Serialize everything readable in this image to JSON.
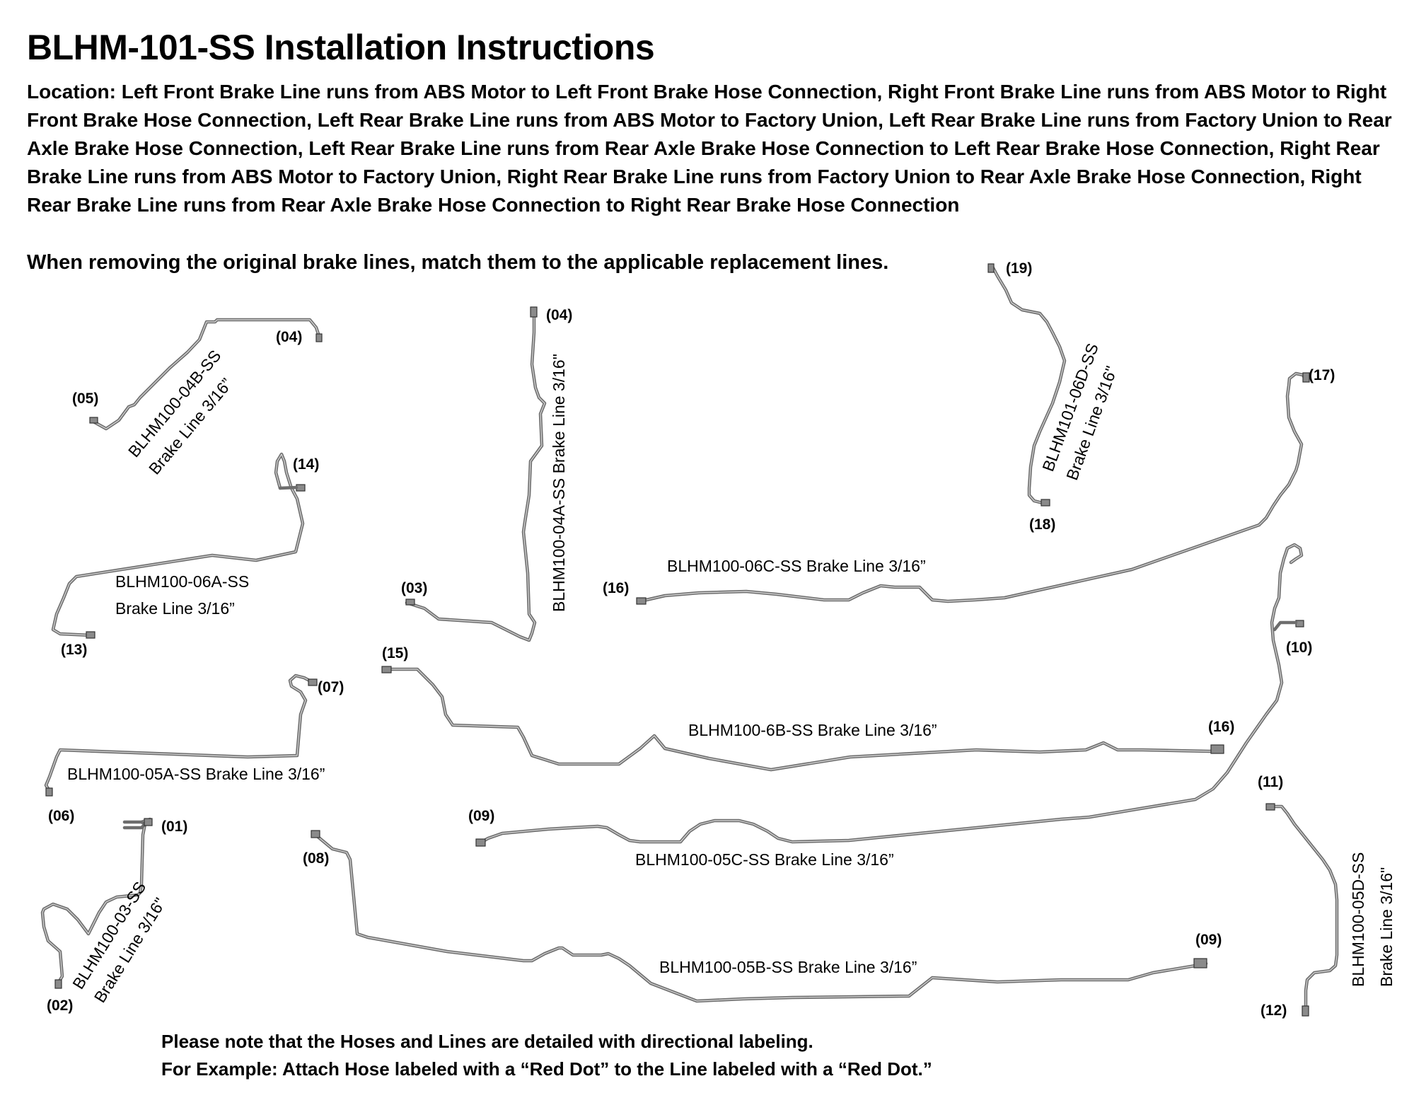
{
  "title": "BLHM-101-SS Installation Instructions",
  "location": "Location: Left Front Brake Line runs from ABS Motor to Left Front Brake Hose Connection, Right Front Brake Line runs from ABS Motor to Right Front Brake Hose Connection, Left Rear Brake Line runs from ABS Motor to Factory Union, Left Rear Brake Line runs from Factory Union to Rear Axle Brake Hose Connection, Left Rear Brake Line runs from Rear Axle Brake Hose Connection to Left Rear Brake Hose Connection, Right Rear Brake Line runs from ABS Motor to Factory Union, Right Rear Brake Line runs from Factory Union to Rear Axle Brake Hose Connection, Right Rear Brake Line runs from Rear Axle Brake Hose Connection to Right Rear Brake Hose Connection",
  "instruction": "When removing the original brake lines, match them to the applicable replacement lines.",
  "note": {
    "line1": "Please note that the Hoses and Lines are detailed with directional labeling.",
    "line2": "For Example: Attach Hose labeled with a “Red Dot” to the Line labeled with a “Red Dot.”"
  },
  "lines": {
    "04b": {
      "label1": "BLHM100-04B-SS",
      "label2": "Brake Line 3/16”",
      "end_a": "(05)",
      "end_b": "(04)"
    },
    "04a": {
      "label": "BLHM100-04A-SS Brake Line 3/16\"",
      "end_a": "(03)",
      "end_b": "(04)"
    },
    "06d": {
      "label1": "BLHM101-06D-SS",
      "label2": "Brake Line 3/16\"",
      "end_a": "(19)",
      "end_b": "(18)"
    },
    "06a": {
      "label1": "BLHM100-06A-SS",
      "label2": "Brake Line 3/16”",
      "end_a": "(14)",
      "end_b": "(13)"
    },
    "06c": {
      "label": "BLHM100-06C-SS Brake Line 3/16”",
      "end_a": "(16)",
      "end_b": "(17)"
    },
    "6b": {
      "label": "BLHM100-6B-SS Brake Line 3/16”",
      "end_a": "(15)",
      "end_b": "(16)"
    },
    "05a": {
      "label": "BLHM100-05A-SS Brake Line 3/16”",
      "end_a": "(07)",
      "end_b": "(06)"
    },
    "05c": {
      "label": "BLHM100-05C-SS Brake Line 3/16”",
      "end_a": "(09)",
      "end_b": "(10)"
    },
    "03": {
      "label1": "BLHM100-03-SS",
      "label2": "Brake Line 3/16\"",
      "end_a": "(01)",
      "end_b": "(02)"
    },
    "05b": {
      "label": "BLHM100-05B-SS Brake Line 3/16”",
      "end_a": "(08)",
      "end_b": "(09)"
    },
    "05d": {
      "label1": "BLHM100-05D-SS",
      "label2": "Brake Line 3/16\"",
      "end_a": "(11)",
      "end_b": "(12)"
    }
  }
}
